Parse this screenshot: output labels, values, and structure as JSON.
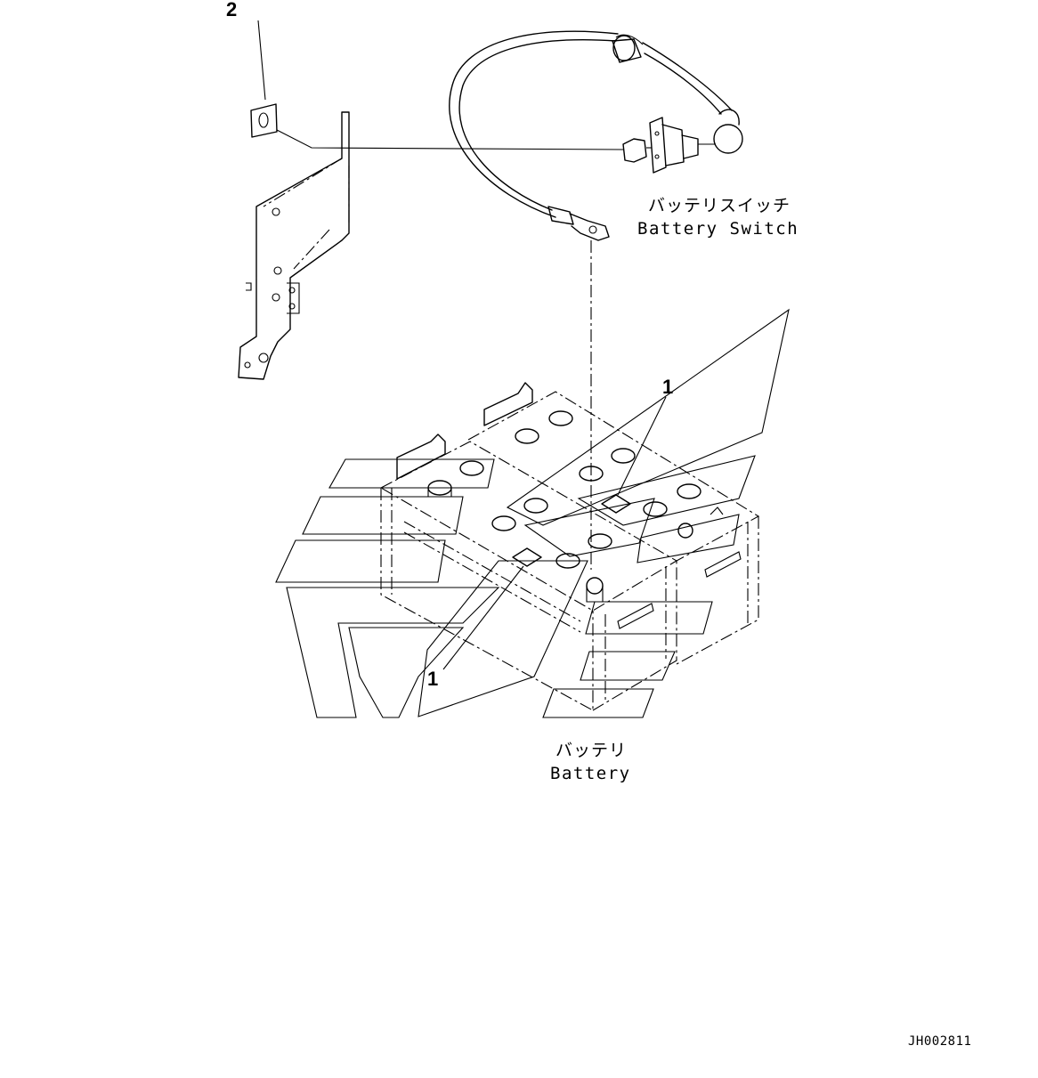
{
  "callouts": {
    "item_2": "2",
    "item_1_upper": "1",
    "item_1_lower": "1"
  },
  "labels": {
    "battery_switch_jp": "バッテリスイッチ",
    "battery_switch_en": "Battery Switch",
    "battery_jp": "バッテリ",
    "battery_en": "Battery"
  },
  "drawing_number": "JH002811"
}
